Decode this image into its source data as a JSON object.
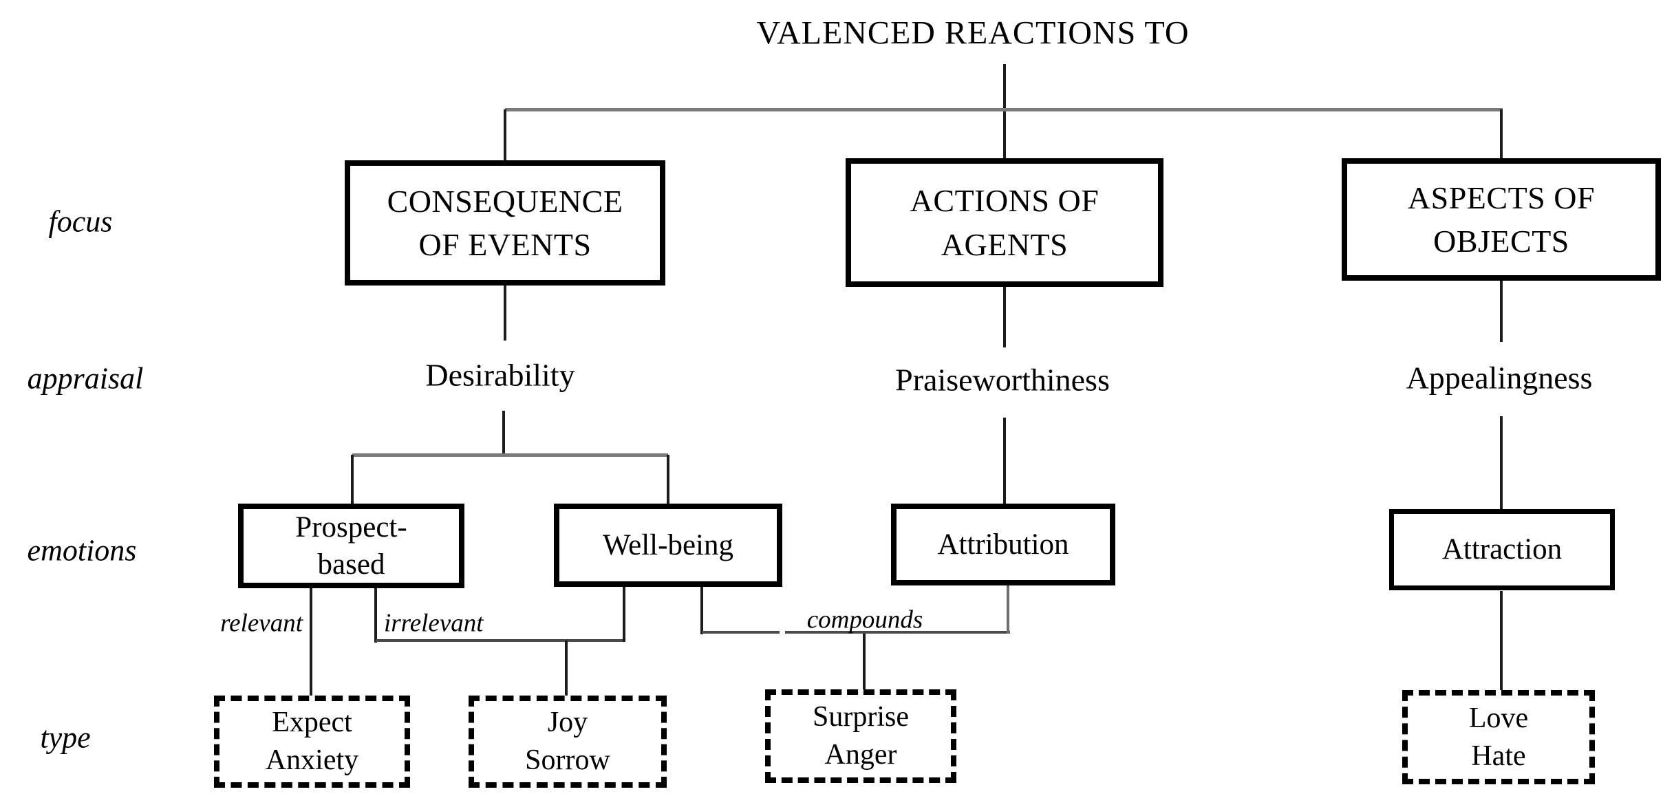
{
  "title": "VALENCED REACTIONS TO",
  "row_labels": {
    "focus": "focus",
    "appraisal": "appraisal",
    "emotions": "emotions",
    "type": "type"
  },
  "focus_row": {
    "boxes": [
      {
        "line1": "CONSEQUENCE",
        "line2": "OF EVENTS"
      },
      {
        "line1": "ACTIONS OF",
        "line2": "AGENTS"
      },
      {
        "line1": "ASPECTS OF",
        "line2": "OBJECTS"
      }
    ]
  },
  "appraisal_row": {
    "labels": [
      "Desirability",
      "Praiseworthiness",
      "Appealingness"
    ]
  },
  "emotions_row": {
    "prospect_line1": "Prospect-",
    "prospect_line2": "based",
    "wellbeing": "Well-being",
    "attribution": "Attribution",
    "attraction": "Attraction"
  },
  "edge_labels": {
    "relevant": "relevant",
    "irrelevant": "irrelevant",
    "compounds": "compounds"
  },
  "type_row": {
    "boxes": [
      {
        "line1": "Expect",
        "line2": "Anxiety"
      },
      {
        "line1": "Joy",
        "line2": "Sorrow"
      },
      {
        "line1": "Surprise",
        "line2": "Anger"
      },
      {
        "line1": "Love",
        "line2": "Hate"
      }
    ]
  },
  "colors": {
    "text": "#000000",
    "box_border": "#000000",
    "vertical_line": "#1c1c1c",
    "branch_horizontal_line": "#7a7a7a",
    "sub_horizontal_line": "#4a4a4a",
    "background": "#ffffff"
  }
}
